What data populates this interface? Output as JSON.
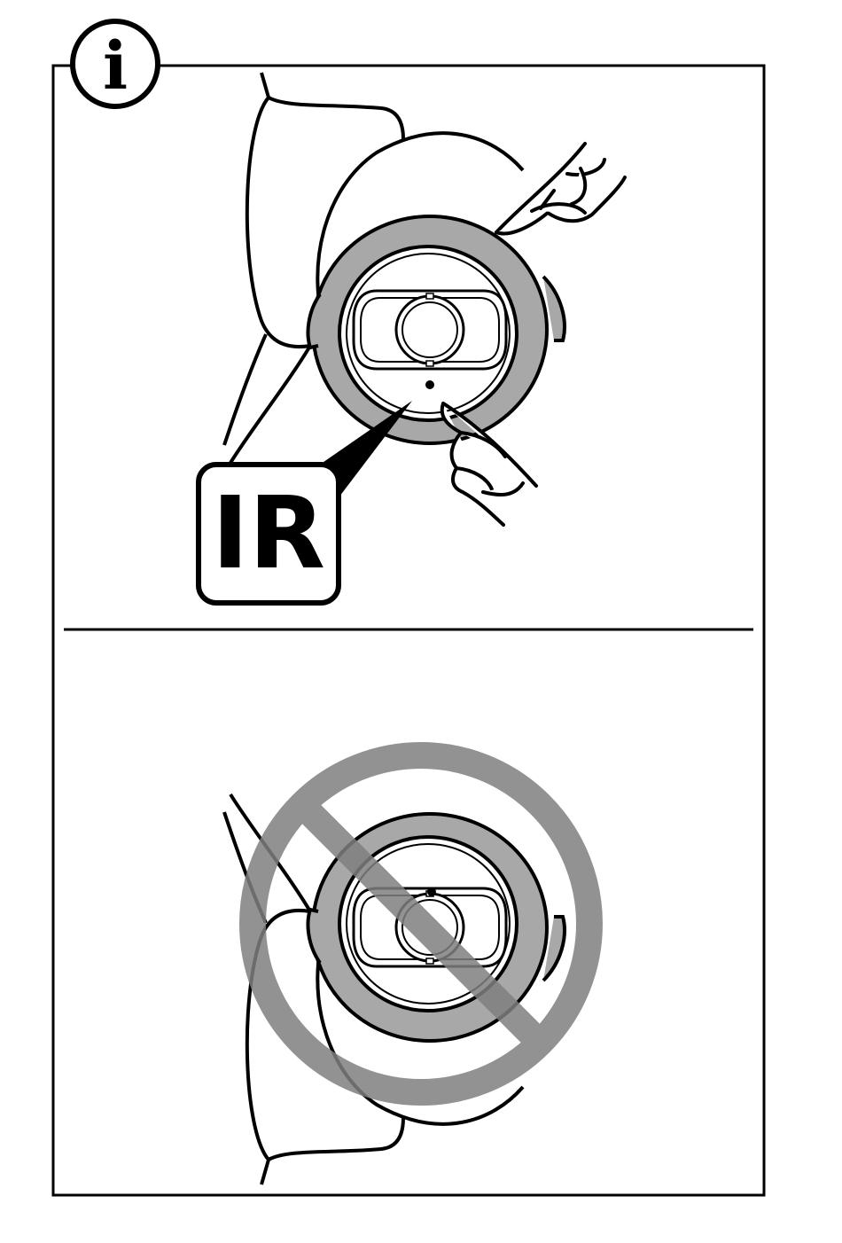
{
  "info_badge": {
    "glyph": "i",
    "icon": "info-icon"
  },
  "callout": {
    "label": "IR"
  },
  "panels": [
    {
      "name": "correct-orientation",
      "icon": "camera-icon",
      "status": "allowed",
      "ir_led_position": "bottom"
    },
    {
      "name": "incorrect-orientation",
      "icon": "camera-icon",
      "status": "prohibited",
      "ir_led_position": "top",
      "overlay_icon": "prohibited-icon"
    }
  ],
  "colors": {
    "line": "#000000",
    "shroud": "#a8a8a8",
    "prohibited": "#7f7f7f",
    "background": "#ffffff"
  }
}
